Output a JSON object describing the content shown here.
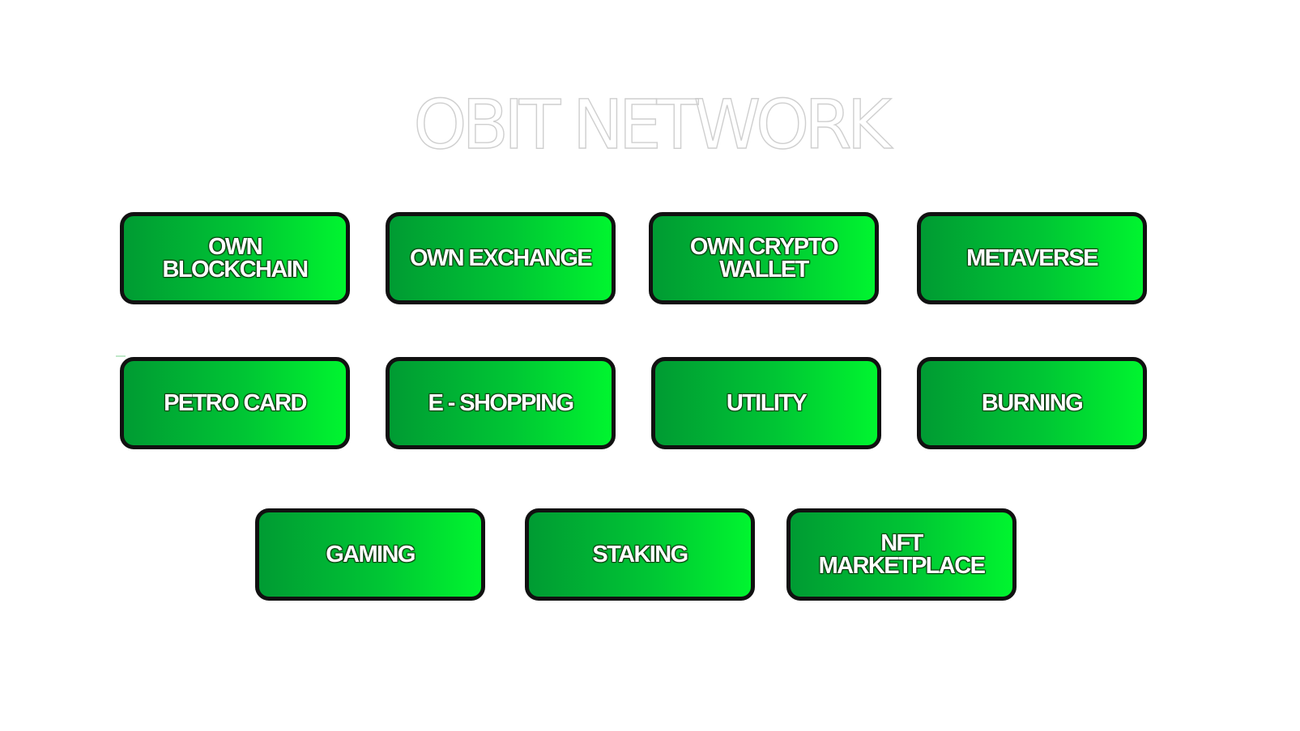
{
  "page": {
    "title": "OBIT NETWORK"
  },
  "colors": {
    "tile_gradient_start": "#009b33",
    "tile_gradient_end": "#00f52f",
    "tile_border": "#111111",
    "tile_text": "#ffffff",
    "title_fill": "#ffffff"
  },
  "tiles": {
    "row1": {
      "own_blockchain": "OWN\nBLOCKCHAIN",
      "own_exchange": "OWN EXCHANGE",
      "own_crypto_wallet": "OWN CRYPTO\nWALLET",
      "metaverse": "METAVERSE"
    },
    "row2": {
      "petro_card": "PETRO CARD",
      "e_shopping": "E -  SHOPPING",
      "utility": "UTILITY",
      "burning": "BURNING"
    },
    "row3": {
      "gaming": "GAMING",
      "staking": "STAKING",
      "nft_marketplace": "NFT MARKETPLACE"
    }
  }
}
